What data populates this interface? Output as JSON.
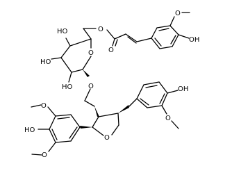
{
  "molecule": {
    "labels": {
      "ho_top": "HO",
      "ho_mid": "HO",
      "ho_low": "HO",
      "o_ring_glc": "O",
      "o_ester": "O",
      "o_carbonyl": "O",
      "o_glycoside": "O",
      "o_ferul_meo": "O",
      "oh_ferul": "OH",
      "oh_right": "OH",
      "o_right_meo": "O",
      "o_left_meo_top": "O",
      "ho_left": "HO",
      "o_left_meo_bot": "O",
      "o_thf": "O"
    }
  }
}
